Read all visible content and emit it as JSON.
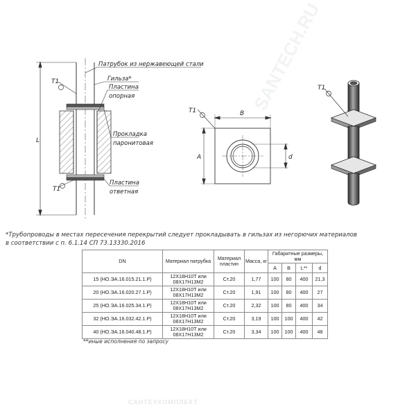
{
  "drawing": {
    "labels": {
      "patrubok": "Патрубок из нержавеющей стали",
      "gilza": "Гильза*",
      "plastina1": "Пластина",
      "opornaya": "опорная",
      "prokladka": "Прокладка",
      "paronit": "паронитовая",
      "plastina2": "Пластина",
      "otvetnaya": "ответная",
      "t1": "T1",
      "L": "L",
      "A": "A",
      "B": "B",
      "d": "d"
    },
    "colors": {
      "line": "#333333",
      "hatch": "#666666",
      "fill_light": "#e8e8e8",
      "fill_dark": "#4a4a4a"
    }
  },
  "notes": {
    "line1": "*Трубопроводы в местах пересечения перекрытий следует прокладывать в гильзах из негорючих материалов",
    "line2": "в соответствии с п. 6.1.14 СП 73.13330.2016"
  },
  "table": {
    "headers": {
      "dn": "DN",
      "material_patrubka": "Материал патрубка",
      "material_plastin": "Материал пластин",
      "massa": "Масса, кг",
      "gabarit": "Габаритные размеры, мм",
      "A": "A",
      "B": "B",
      "L": "L**",
      "d": "d"
    },
    "rows": [
      {
        "dn": "15 (НО.ЭА.16.015.21.1.Р)",
        "mat1": "12Х18Н10Т или",
        "mat2": "08Х17Н13М2",
        "plast": "Ст.20",
        "massa": "1,77",
        "A": "100",
        "B": "80",
        "L": "400",
        "d": "21,3"
      },
      {
        "dn": "20 (НО.ЭА.16.020.27.1.Р)",
        "mat1": "12Х18Н10Т или",
        "mat2": "08Х17Н13М2",
        "plast": "Ст.20",
        "massa": "1,91",
        "A": "100",
        "B": "80",
        "L": "400",
        "d": "27"
      },
      {
        "dn": "25 (НО.ЭА.16.025.34.1.Р)",
        "mat1": "12Х18Н10Т или",
        "mat2": "08Х17Н13М2",
        "plast": "Ст.20",
        "massa": "2,32",
        "A": "100",
        "B": "80",
        "L": "400",
        "d": "34"
      },
      {
        "dn": "32 (НО.ЭА.16.032.42.1.Р)",
        "mat1": "12Х18Н10Т или",
        "mat2": "08Х17Н13М2",
        "plast": "Ст.20",
        "massa": "3,19",
        "A": "100",
        "B": "100",
        "L": "400",
        "d": "42"
      },
      {
        "dn": "40 (НО.ЭА.16.040.48.1.Р)",
        "mat1": "12Х18Н10Т или",
        "mat2": "08Х17Н13М2",
        "plast": "Ст.20",
        "massa": "3,34",
        "A": "100",
        "B": "100",
        "L": "400",
        "d": "48"
      }
    ],
    "footnote": "**иные исполнения по запросу"
  },
  "watermark": {
    "text1": "САНТЕХКОМПЛЕКТ",
    "text2": "SANTECH.RU"
  }
}
